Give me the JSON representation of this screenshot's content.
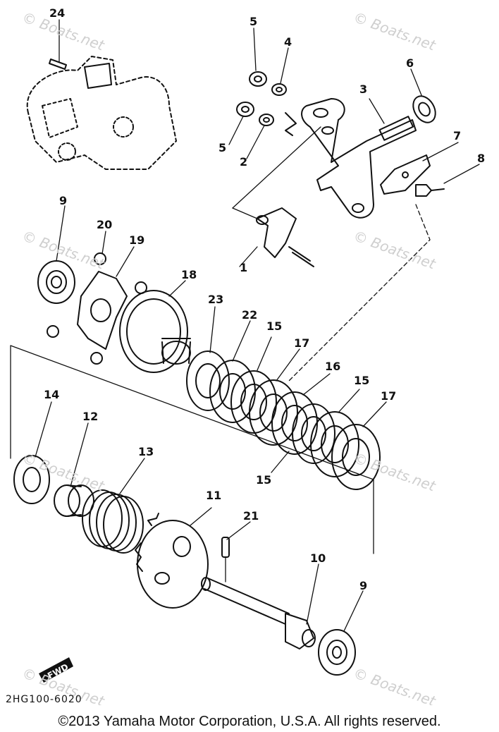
{
  "diagram": {
    "callouts": [
      "1",
      "2",
      "3",
      "4",
      "5",
      "5",
      "6",
      "7",
      "8",
      "9",
      "9",
      "10",
      "11",
      "12",
      "13",
      "14",
      "15",
      "15",
      "15",
      "16",
      "17",
      "17",
      "18",
      "19",
      "20",
      "21",
      "22",
      "23",
      "24"
    ],
    "part_number": "2HG100-6020",
    "fwd_label": "FWD",
    "watermark": "© Boats.net"
  },
  "footer": {
    "copyright": "©2013 Yamaha Motor Corporation, U.S.A. All rights reserved."
  }
}
